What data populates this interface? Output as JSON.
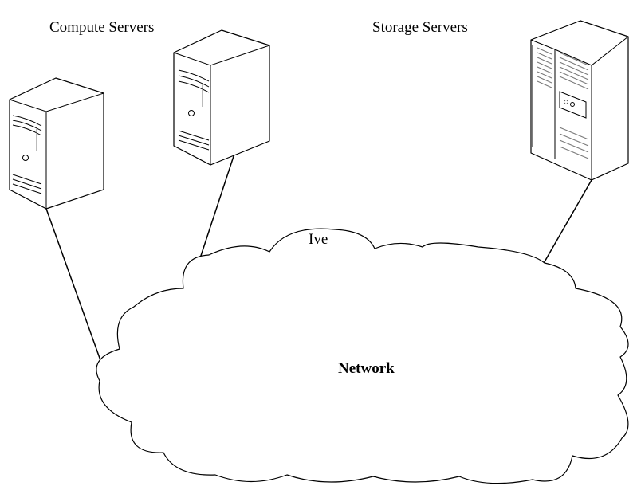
{
  "labels": {
    "compute_servers": "Compute Servers",
    "storage_servers": "Storage Servers",
    "cloud_top": "Ive",
    "network": "Network"
  },
  "nodes": [
    {
      "id": "compute-server-1",
      "type": "compute-server"
    },
    {
      "id": "compute-server-2",
      "type": "compute-server"
    },
    {
      "id": "storage-server",
      "type": "storage-server"
    },
    {
      "id": "network-cloud",
      "type": "cloud"
    }
  ],
  "edges": [
    {
      "from": "compute-server-1",
      "to": "network-cloud"
    },
    {
      "from": "compute-server-2",
      "to": "network-cloud"
    },
    {
      "from": "storage-server",
      "to": "network-cloud"
    }
  ]
}
